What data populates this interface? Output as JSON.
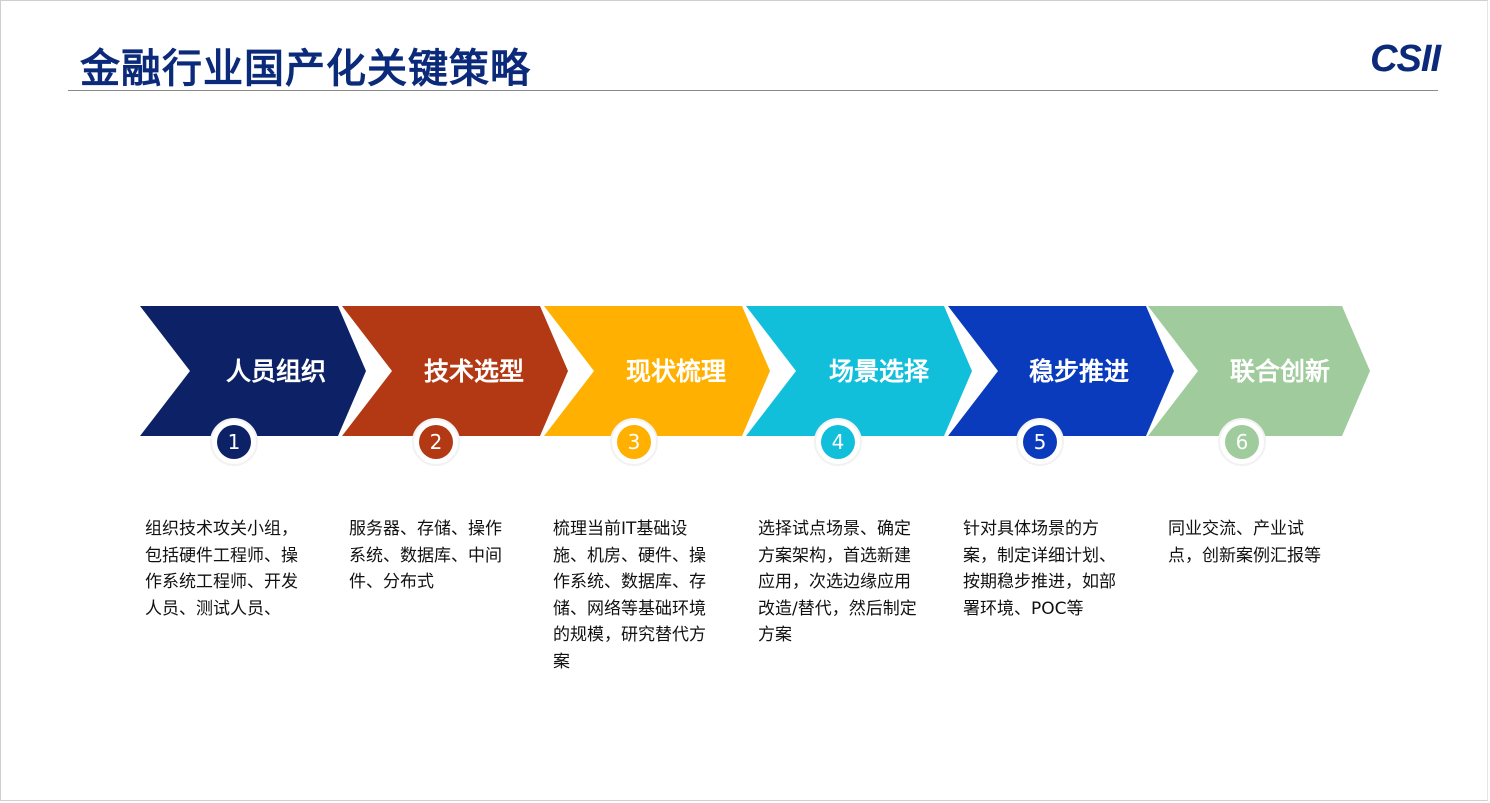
{
  "header": {
    "title": "金融行业国产化关键策略",
    "logo_text": "CSII"
  },
  "colors": {
    "title": "#0b2a7a",
    "step_1": "#0d2266",
    "step_2": "#b23914",
    "step_3": "#ffb000",
    "step_4": "#11bfdb",
    "step_5": "#0a3bbd",
    "step_6": "#9fcb9d"
  },
  "steps": [
    {
      "number": "1",
      "label": "人员组织",
      "description": "组织技术攻关小组，包括硬件工程师、操作系统工程师、开发人员、测试人员、"
    },
    {
      "number": "2",
      "label": "技术选型",
      "description": "服务器、存储、操作系统、数据库、中间件、分布式"
    },
    {
      "number": "3",
      "label": "现状梳理",
      "description": "梳理当前IT基础设施、机房、硬件、操作系统、数据库、存储、网络等基础环境的规模，研究替代方案"
    },
    {
      "number": "4",
      "label": "场景选择",
      "description": "选择试点场景、确定方案架构，首选新建应用，次选边缘应用改造/替代，然后制定方案"
    },
    {
      "number": "5",
      "label": "稳步推进",
      "description": "针对具体场景的方案，制定详细计划、按期稳步推进，如部署环境、POC等"
    },
    {
      "number": "6",
      "label": "联合创新",
      "description": "同业交流、产业试点，创新案例汇报等"
    }
  ]
}
